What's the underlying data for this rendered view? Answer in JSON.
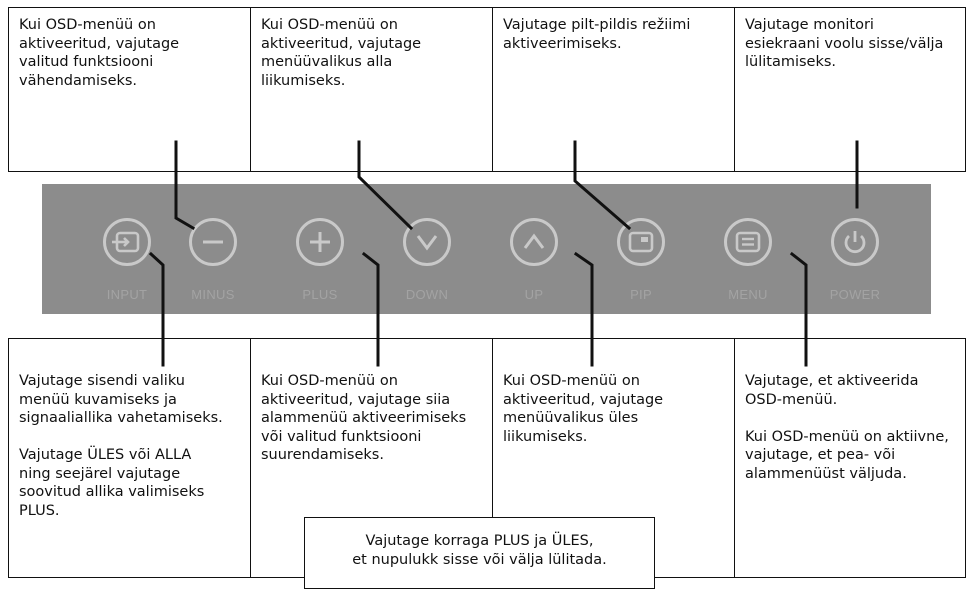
{
  "top_descriptions": [
    "Kui OSD-menüü on\naktiveeritud, vajutage\nvalitud funktsiooni\nvähendamiseks.",
    "Kui OSD-menüü on\naktiveeritud, vajutage\nmenüüvalikus alla\nliikumiseks.",
    "Vajutage pilt-pildis režiimi\naktiveerimiseks.",
    "Vajutage monitori\nesiekraani voolu sisse/välja\nlülitamiseks."
  ],
  "buttons": [
    {
      "label": "INPUT",
      "icon": "input-icon"
    },
    {
      "label": "MINUS",
      "icon": "minus-icon"
    },
    {
      "label": "PLUS",
      "icon": "plus-icon"
    },
    {
      "label": "DOWN",
      "icon": "chevron-down-icon"
    },
    {
      "label": "UP",
      "icon": "chevron-up-icon"
    },
    {
      "label": "PIP",
      "icon": "pip-icon"
    },
    {
      "label": "MENU",
      "icon": "menu-icon"
    },
    {
      "label": "POWER",
      "icon": "power-icon"
    }
  ],
  "bottom_descriptions": [
    "Vajutage sisendi valiku\nmenüü kuvamiseks ja\nsignaaliallika vahetamiseks.\n\nVajutage ÜLES või ALLA\nning seejärel vajutage\nsoovitud allika valimiseks\nPLUS.",
    "Kui OSD-menüü on\naktiveeritud, vajutage siia\nalammenüü aktiveerimiseks\nvõi valitud funktsiooni\nsuurendamiseks.",
    "Kui OSD-menüü on\naktiveeritud, vajutage\nmenüüvalikus üles\nliikumiseks.",
    "Vajutage, et aktiveerida\nOSD-menüü.\n\nKui OSD-menüü on aktiivne,\nvajutage, et pea- või\nalammenüüst väljuda."
  ],
  "lock_note": "Vajutage korraga PLUS ja ÜLES,\net nupulukk sisse või välja lülitada.",
  "colors": {
    "panel": "#8c8c8c",
    "button_ring": "#c9c9c9",
    "button_label": "#a3a3a3",
    "border": "#111111"
  }
}
